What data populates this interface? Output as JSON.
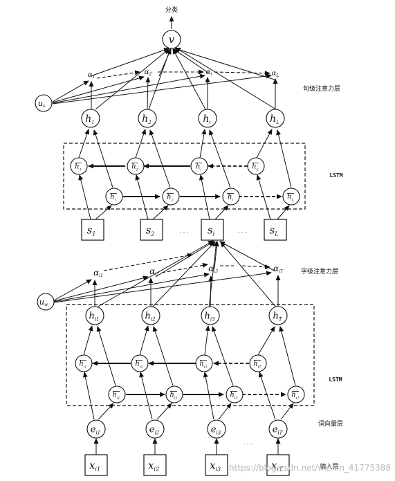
{
  "top": {
    "output_label": "分类",
    "v_label": "v"
  },
  "sentence_level": {
    "attention_layer_label": "句级注意力层",
    "context_vector": "u",
    "context_sub": "s",
    "alphas": [
      {
        "base": "α",
        "sub": "1"
      },
      {
        "base": "α",
        "sub": "2"
      },
      {
        "base": "α",
        "sub": "i"
      },
      {
        "base": "α",
        "sub": "L"
      }
    ],
    "hidden": [
      {
        "base": "h",
        "sub": "1"
      },
      {
        "base": "h",
        "sub": "2"
      },
      {
        "base": "h",
        "sub": "i"
      },
      {
        "base": "h",
        "sub": "L"
      }
    ],
    "lstm_label": "LSTM",
    "backward": [
      {
        "base": "h",
        "sub": "1"
      },
      {
        "base": "h",
        "sub": "2"
      },
      {
        "base": "h",
        "sub": "i"
      },
      {
        "base": "h",
        "sub": "L"
      }
    ],
    "forward": [
      {
        "base": "h",
        "sub": "1"
      },
      {
        "base": "h",
        "sub": "2"
      },
      {
        "base": "h",
        "sub": "i"
      },
      {
        "base": "h",
        "sub": "L"
      }
    ],
    "inputs": [
      {
        "base": "s",
        "sub": "1"
      },
      {
        "base": "s",
        "sub": "2"
      },
      {
        "base": "s",
        "sub": "i"
      },
      {
        "base": "s",
        "sub": "L"
      }
    ],
    "ellipsis_left": ". . .",
    "ellipsis_right": ". . ."
  },
  "word_level": {
    "attention_layer_label": "字级注意力层",
    "context_vector": "u",
    "context_sub": "w",
    "alphas": [
      {
        "base": "α",
        "sub": "i1"
      },
      {
        "base": "α",
        "sub": "i2"
      },
      {
        "base": "α",
        "sub": "i3"
      },
      {
        "base": "α",
        "sub": "iT"
      }
    ],
    "hidden": [
      {
        "base": "h",
        "sub": "i1"
      },
      {
        "base": "h",
        "sub": "i2"
      },
      {
        "base": "h",
        "sub": "i3"
      },
      {
        "base": "h",
        "sub": "T"
      }
    ],
    "lstm_label": "LSTM",
    "backward": [
      {
        "base": "h",
        "sub": "i1"
      },
      {
        "base": "h",
        "sub": "i2"
      },
      {
        "base": "h",
        "sub": "i3"
      },
      {
        "base": "h",
        "sub": "iT"
      }
    ],
    "forward": [
      {
        "base": "h",
        "sub": "i1"
      },
      {
        "base": "h",
        "sub": "i2"
      },
      {
        "base": "h",
        "sub": "i3"
      },
      {
        "base": "h",
        "sub": "iT"
      }
    ],
    "embedding_layer_label": "词向量层",
    "embeddings": [
      {
        "base": "e",
        "sub": "i1"
      },
      {
        "base": "e",
        "sub": "i2"
      },
      {
        "base": "e",
        "sub": "i3"
      },
      {
        "base": "e",
        "sub": "iT"
      }
    ],
    "input_layer_label": "输入层",
    "inputs": [
      {
        "base": "x",
        "sub": "i1"
      },
      {
        "base": "x",
        "sub": "i2"
      },
      {
        "base": "x",
        "sub": "i3"
      },
      {
        "base": "x",
        "sub": "iT"
      }
    ],
    "ellipsis": ". . ."
  },
  "watermark": "https://blog.csdn.net/weixin_41775388"
}
